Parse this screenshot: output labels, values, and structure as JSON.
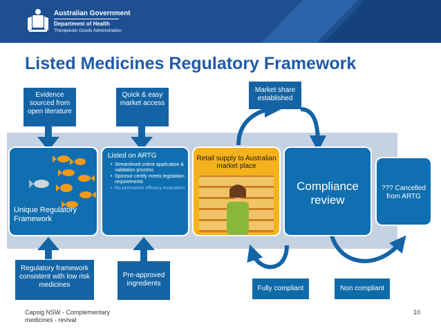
{
  "header": {
    "gov_name": "Australian Government",
    "department": "Department of Health",
    "agency": "Therapeutic Goods Administration"
  },
  "title": "Listed Medicines Regulatory Framework",
  "boxes": {
    "evidence": "Evidence sourced from open literature",
    "quick_access": "Quick & easy market access",
    "market_share": "Market share established",
    "regulatory_framework": "Regulatory framework consistent with low risk medicines",
    "pre_approved": "Pre-approved ingredients",
    "fully_compliant": "Fully compliant",
    "non_compliant": "Non compliant",
    "cancelled": "??? Cancelled from ARTG"
  },
  "panels": {
    "unique": "Unique Regulatory Framework",
    "artg_title": "Listed on ARTG",
    "artg_points": [
      "Streamlined online application & validation process",
      "Sponsor certify meets legislation requirements",
      "No premarket efficacy evaluation"
    ],
    "retail": "Retail supply to Australian market place",
    "compliance": "Compliance review"
  },
  "footer": {
    "source": "Capsig NSW - Complementary medicines - revival",
    "page": "10"
  },
  "colors": {
    "header_blue": "#1d4f91",
    "title_blue": "#1f5aa8",
    "panel_blue": "#0f6fb0",
    "retail_yellow": "#f5b21c",
    "band_grey": "#c5d2e2"
  }
}
